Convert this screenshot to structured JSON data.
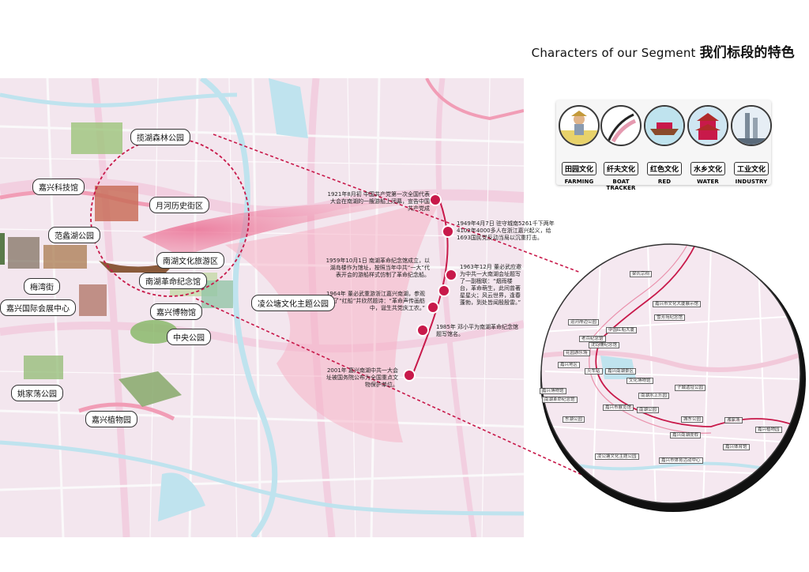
{
  "title": {
    "en": "Characters of our Segment",
    "cn": "我们标段的特色"
  },
  "categories": [
    {
      "cn": "田园文化",
      "en": "FARMING",
      "icon": "farmer-icon"
    },
    {
      "cn": "纤夫文化",
      "en": "BOAT TRACKER",
      "icon": "boat-tracker-icon"
    },
    {
      "cn": "红色文化",
      "en": "RED",
      "icon": "red-boat-icon"
    },
    {
      "cn": "水乡文化",
      "en": "WATER",
      "icon": "pavilion-icon"
    },
    {
      "cn": "工业文化",
      "en": "INDUSTRY",
      "icon": "factory-icon"
    }
  ],
  "places": {
    "forest_park": "揽湖森林公园",
    "sci_tech": "嘉兴科技馆",
    "yuehe": "月河历史街区",
    "fanli": "范蠡湖公园",
    "nanhu": "南湖文化旅游区",
    "revolution": "南湖革命纪念馆",
    "meiwan": "梅湾街",
    "convention": "嘉兴国际会展中心",
    "museum": "嘉兴博物馆",
    "linggong": "凌公塘文化主题公园",
    "central_park": "中央公园",
    "yaojia": "姚家荡公园",
    "botanical": "嘉兴植物园"
  },
  "events": [
    {
      "text": "1921年8月初 中国共产党第一次全国代表大会在南湖的一艘游船上闭幕，宣告中国共产党成"
    },
    {
      "text": "1949年4月7日 驻守城南5261千下两年4102年4000多人在浙江嘉兴起义，给1693国民党反动当局以沉重打击。"
    },
    {
      "text": "1959年10月1日 南湖革命纪念馆成立，以湖岛楼作为馆址，按照当年中共“一大”代表开会的游船样式仿制了革命纪念船。"
    },
    {
      "text": "1963年12月 董必武应邀为中共一大南湖会址题写了一副楹联：“烟雨楼台，革命萌生，此间曾著星星火；风云世界，逢春蓬勃，到处皆闻殷殷雷。”"
    },
    {
      "text": "1964年 董必武重游浙江嘉兴南湖，参观了“红船”并欣然题诗：“革命声传画舫中，诞生共党庆工农。”"
    },
    {
      "text": "1985年 邓小平为南湖革命纪念馆题写馆名。"
    },
    {
      "text": "2001年 嘉兴南湖中共一大会址被国务院公布为全国重点文物保护单位。"
    }
  ],
  "inset_labels": [
    "梁氏宗祠",
    "运河岸边公园",
    "嘉兴市文化大厦展示馆",
    "雪芳苑纪念馆",
    "中国红船大厦",
    "老兵纪念馆",
    "沈钧儒纪念馆",
    "花园游乐场",
    "嘉兴地区",
    "火车站",
    "嘉兴南湖景区",
    "文化博物馆",
    "南湖水上乐园",
    "子城遗址公园",
    "嘉兴博物馆",
    "南湖革命纪念馆",
    "嘉兴市展览馆",
    "东湖公园",
    "南湖公园",
    "湘家荡",
    "嘉兴植物园",
    "城东公园",
    "嘉兴南湖度假",
    "嘉兴体育馆",
    "凌公塘文化主题公园",
    "嘉兴市体育活动中心"
  ],
  "colors": {
    "red": "#c8194a",
    "pink": "#f4a7bd",
    "road": "#f3cdda",
    "water": "#bfe3ee"
  }
}
